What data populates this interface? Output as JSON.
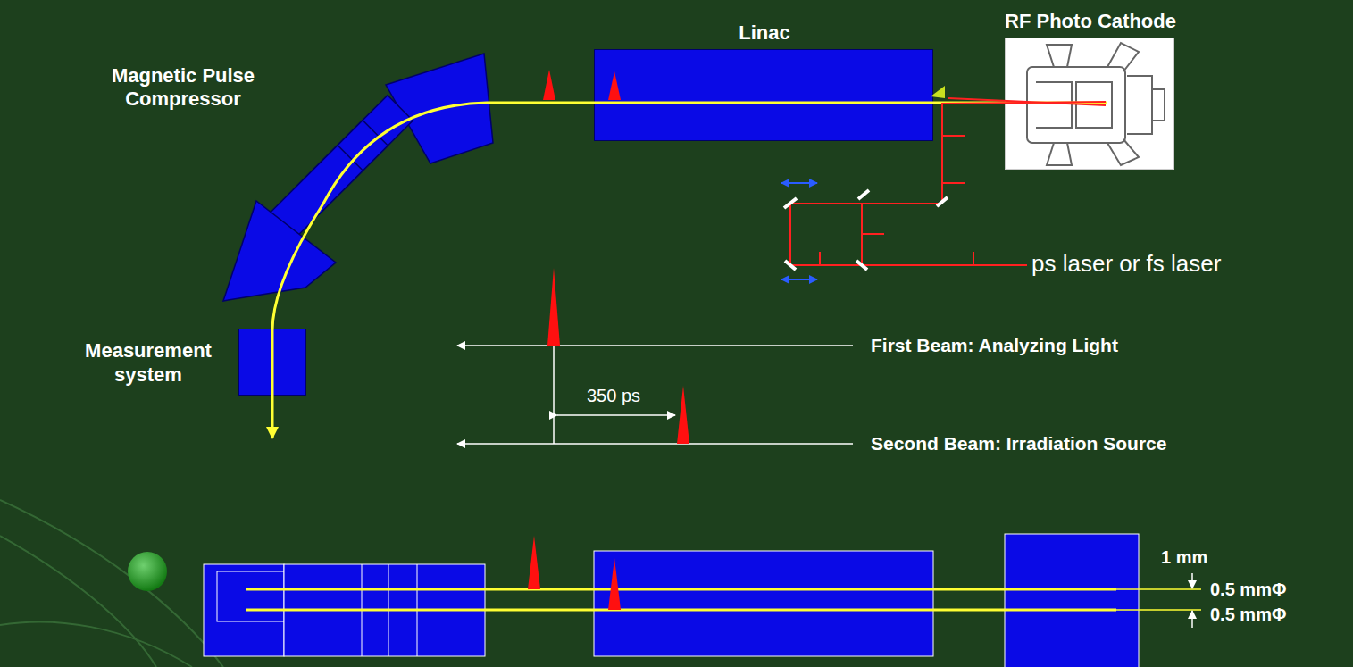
{
  "diagram": {
    "nodes": [
      {
        "text": [
          "Linac"
        ]
      },
      {
        "text": [
          "RF Photo Cathode"
        ]
      },
      {
        "text": [
          "Measurement system"
        ]
      }
    ],
    "labels": [
      "Magnetic Pulse Compressor",
      "ps laser or fs laser",
      "First Beam: Analyzing Light",
      "350 ps",
      "Second Beam: Irradiation Source",
      "1 mm",
      "0.5 mmΦ",
      "0.5 mmΦ"
    ]
  }
}
